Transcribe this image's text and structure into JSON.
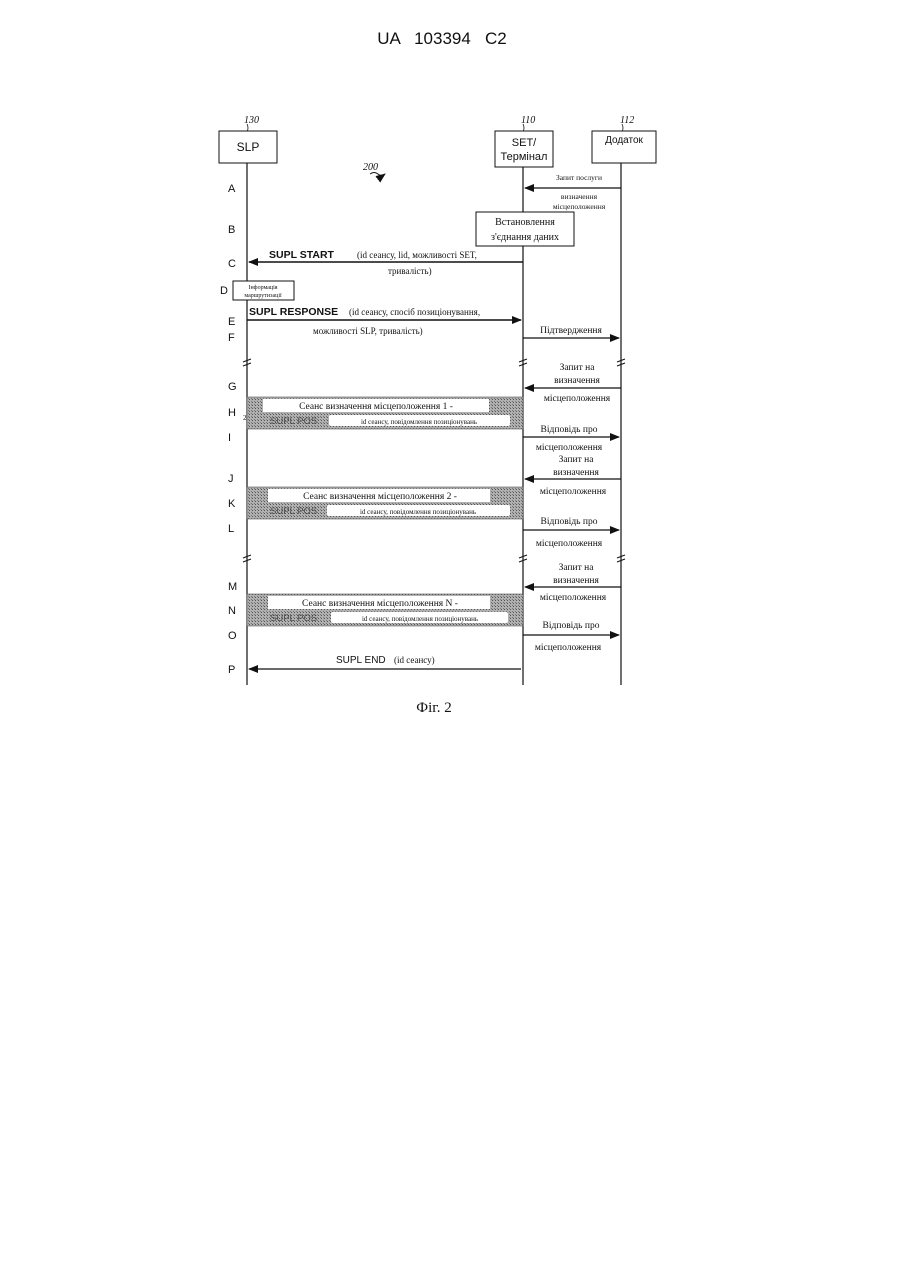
{
  "header": {
    "doc_code": "UA   103394   C2"
  },
  "figure": {
    "ref": "200",
    "caption": "Фіг. 2"
  },
  "entities": [
    {
      "ref": "130",
      "label": "SLP"
    },
    {
      "ref": "110",
      "label": "SET/",
      "label2": "Термінал"
    },
    {
      "ref": "112",
      "label": "Додаток"
    }
  ],
  "steps": [
    "A",
    "B",
    "C",
    "D",
    "E",
    "F",
    "G",
    "H",
    "I",
    "J",
    "K",
    "L",
    "M",
    "N",
    "O",
    "P"
  ],
  "messages": {
    "a1": "Запит послуги",
    "a2": "визначення",
    "a3": "місцеположення",
    "b1": "Встановлення",
    "b2": "з'єднання даних",
    "c_name": "SUPL START",
    "c1": "(id сеансу, lid, можливості SET,",
    "c2": "тривалість)",
    "d1": "Інформація",
    "d2": "маршрутизації",
    "e_name": "SUPL RESPONSE",
    "e1": "(id сеансу, спосіб позиціонування,",
    "e2": "можливості SLP, тривалість)",
    "f": "Підтвердження",
    "g1": "Запит на",
    "g2": "визначення",
    "g3": "місцеположення",
    "h_title": "Сеанс визначення місцеположення 1 -",
    "h_name": "SUPL POS",
    "h_params": "id сеансу, повідомлення позиціонувань",
    "h_mark": "2",
    "i1": "Відповідь про",
    "i2": "місцеположення",
    "j1": "Запит на",
    "j2": "визначення",
    "j3": "місцеположення",
    "k_title": "Сеанс визначення місцеположення 2 -",
    "k_name": "SUPL POS",
    "k_params": "id сеансу, повідомлення позиціонувань",
    "l1": "Відповідь про",
    "l2": "місцеположення",
    "m1": "Запит на",
    "m2": "визначення",
    "m3": "місцеположення",
    "n_title": "Сеанс визначення місцеположення N -",
    "n_name": "SUPL POS",
    "n_params": "id сеансу, повідомлення позиціонувань",
    "o1": "Відповідь про",
    "o2": "місцеположення",
    "p_name": "SUPL END",
    "p1": "(id сеансу)"
  },
  "colors": {
    "ink": "#111111",
    "hatch": "#8a8a8a"
  }
}
